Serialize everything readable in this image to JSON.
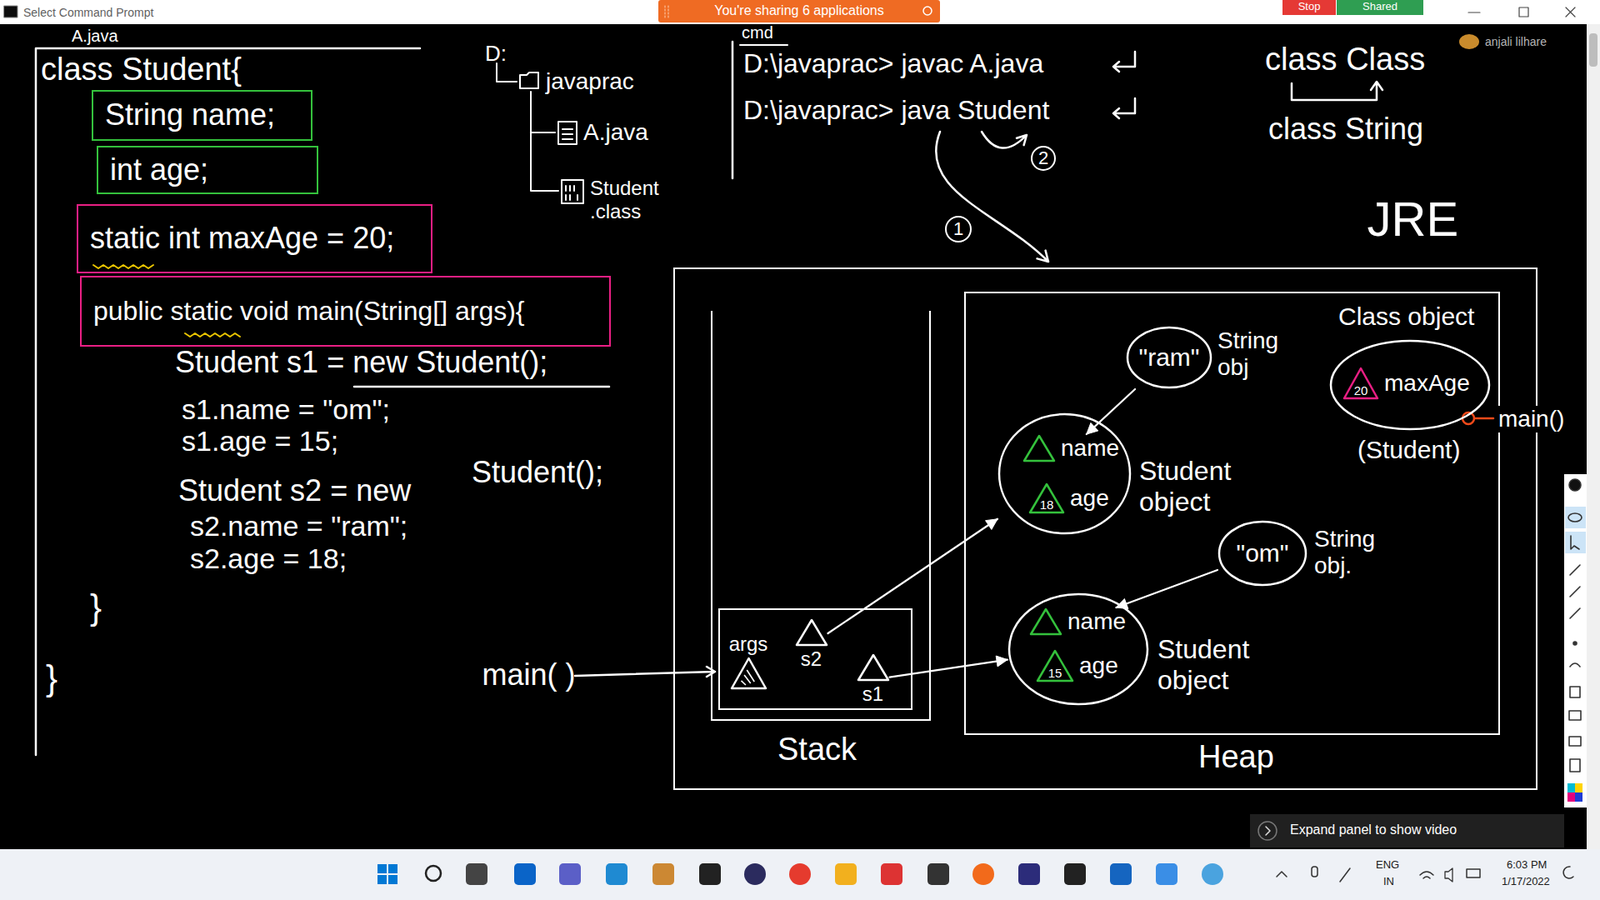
{
  "diagram": {
    "nodes": [
      {
        "text": [
          "String name;"
        ]
      },
      {
        "text": [
          "int age;"
        ]
      },
      {
        "text": [
          "static int maxAge = 20;"
        ]
      },
      {
        "text": [
          "public static void main(String[] args){"
        ]
      },
      {
        "text": [
          "JRE"
        ]
      },
      {
        "text": [
          "Stack"
        ],
        "in": 4
      },
      {
        "text": [
          "main( )"
        ],
        "in": 5
      },
      {
        "text": [
          "args"
        ],
        "in": 6
      },
      {
        "text": [
          "s2"
        ],
        "in": 6
      },
      {
        "text": [
          "s1"
        ],
        "in": 6
      },
      {
        "text": [
          "Heap"
        ],
        "in": 4
      },
      {
        "text": [
          "\"ram\"",
          "String obj"
        ],
        "in": 10
      },
      {
        "text": [
          "Class object",
          "(Student)"
        ],
        "in": 10
      },
      {
        "text": [
          "20",
          "maxAge"
        ],
        "in": 12
      },
      {
        "text": [
          "Student object"
        ],
        "in": 10
      },
      {
        "text": [
          "name"
        ],
        "in": 14
      },
      {
        "text": [
          "18",
          "age"
        ],
        "in": 14
      },
      {
        "text": [
          "\"om\"",
          "String obj."
        ],
        "in": 10
      },
      {
        "text": [
          "Student object"
        ],
        "in": 10
      },
      {
        "text": [
          "name"
        ],
        "in": 18
      },
      {
        "text": [
          "15",
          "age"
        ],
        "in": 18
      }
    ],
    "edges": [
      {
        "from": 9,
        "to": 18,
        "arrow": "to"
      },
      {
        "from": 8,
        "to": 14,
        "arrow": "to"
      },
      {
        "from": 11,
        "to": 15,
        "arrow": "to"
      },
      {
        "from": 17,
        "to": 19,
        "arrow": "to"
      }
    ],
    "labels": [
      "Select Command Prompt",
      "You're sharing 6 applications",
      "Stop",
      "Shared",
      "anjali lilhare",
      "A.java",
      "class Student{",
      "Student s1 = new Student();",
      "s1.name = \"om\";",
      "s1.age = 15;",
      "Student s2 = new",
      "Student();",
      "s2.name = \"ram\";",
      "s2.age = 18;",
      "}",
      "}",
      "D:",
      "javaprac",
      "A.java",
      "Student .class",
      "cmd",
      "D:\\javaprac> javac A.java",
      "D:\\javaprac> java Student",
      "1",
      "2",
      "class Class",
      "class String",
      "main()",
      "Expand panel to show video",
      "ENG",
      "IN",
      "6:03 PM",
      "1/17/2022"
    ]
  }
}
